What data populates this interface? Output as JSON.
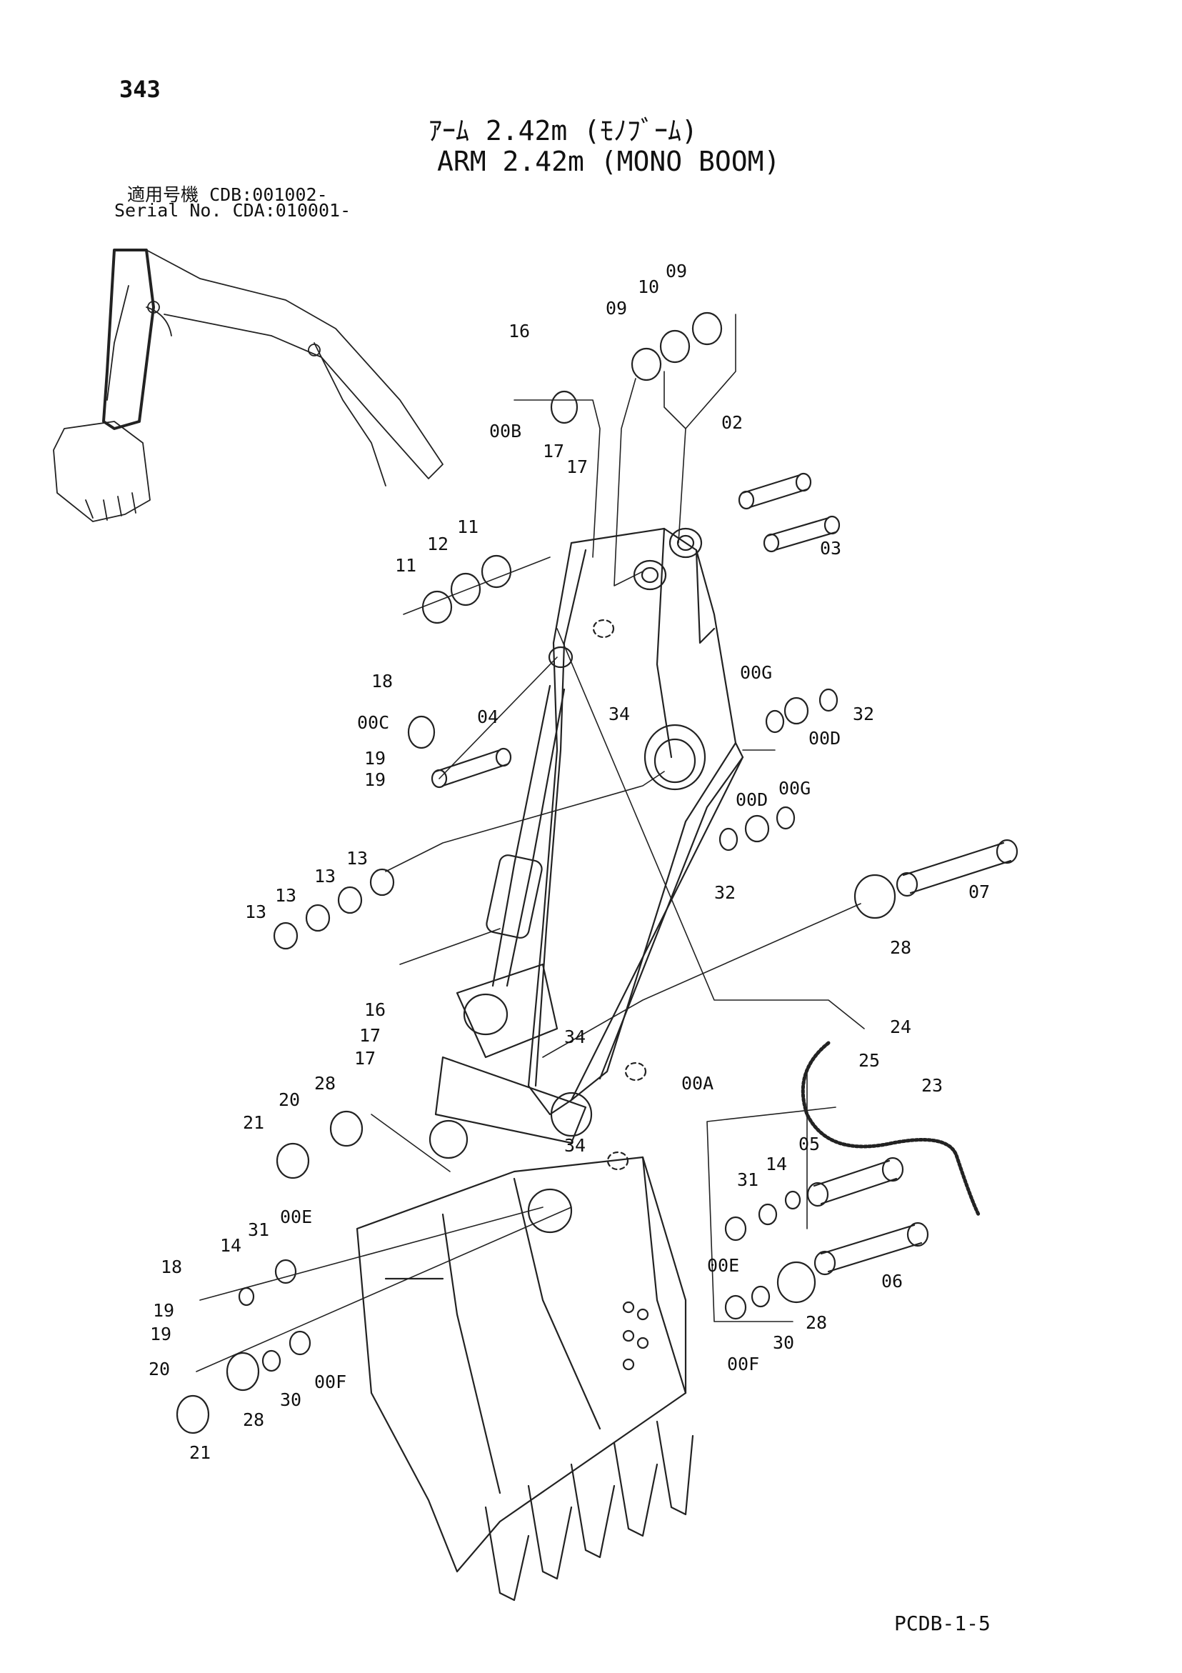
{
  "header": {
    "page_number": "343",
    "title_jp": "ｱｰﾑ 2.42m (ﾓﾉﾌﾞｰﾑ)",
    "title_en": "ARM 2.42m (MONO BOOM)",
    "serial_label_jp": "適用号機",
    "serial_label_en": "Serial No.",
    "serial_value_1": "CDB:001002-",
    "serial_value_2": "CDA:010001-"
  },
  "footer": {
    "doc_code": "PCDB-1-5"
  },
  "callouts": [
    "09",
    "10",
    "09",
    "16",
    "02",
    "00B",
    "17",
    "17",
    "03",
    "11",
    "12",
    "11",
    "18",
    "00C",
    "19",
    "19",
    "04",
    "00G",
    "34",
    "32",
    "00D",
    "00D",
    "00G",
    "32",
    "07",
    "13",
    "13",
    "13",
    "13",
    "28",
    "16",
    "17",
    "17",
    "24",
    "25",
    "34",
    "00A",
    "23",
    "20",
    "28",
    "21",
    "34",
    "05",
    "14",
    "31",
    "00E",
    "00E",
    "31",
    "14",
    "18",
    "06",
    "19",
    "19",
    "00F",
    "30",
    "28",
    "20",
    "28",
    "30",
    "00F",
    "21"
  ]
}
